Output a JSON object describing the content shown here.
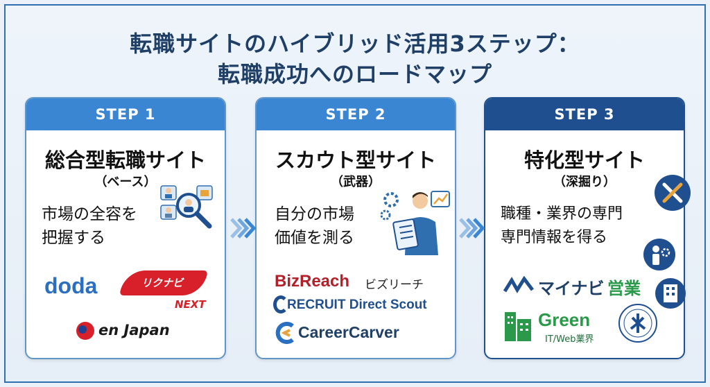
{
  "header": {
    "title_line1": "転職サイトのハイブリッド活用3ステップ：",
    "title_line2": "転職成功へのロードマップ"
  },
  "steps": [
    {
      "step_label": "STEP 1",
      "title": "総合型転職サイト",
      "subtitle": "（ベース）",
      "desc_line1": "市場の全容を",
      "desc_line2": "把握する",
      "logos": [
        {
          "name": "doda"
        },
        {
          "name": "リクナビ",
          "sub": "NEXT"
        },
        {
          "name": "en Japan"
        }
      ]
    },
    {
      "step_label": "STEP 2",
      "title": "スカウト型サイト",
      "subtitle": "（武器）",
      "desc_line1": "自分の市場",
      "desc_line2": "価値を測る",
      "logos": [
        {
          "name": "BizReach",
          "sub": "ビズリーチ"
        },
        {
          "name": "RECRUIT Direct Scout"
        },
        {
          "name": "CareerCarver"
        }
      ]
    },
    {
      "step_label": "STEP 3",
      "title": "特化型サイト",
      "subtitle": "（深掘り）",
      "desc_line1": "職種・業界の専門",
      "desc_line2": "専門情報を得る",
      "logos": [
        {
          "name": "マイナビ",
          "sub": "営業"
        },
        {
          "name": "Green",
          "sub": "IT/Web業界"
        }
      ]
    }
  ],
  "colors": {
    "title": "#1f3f66",
    "step_header": "#3b86d2",
    "step_header_dark": "#1f4f8f",
    "arrow": "#3b86d2"
  },
  "icons": [
    "magnifier-people-icon",
    "businessman-checklist-icon",
    "wrench-screwdriver-icon",
    "worker-gear-icon",
    "building-icon",
    "seal-icon"
  ]
}
